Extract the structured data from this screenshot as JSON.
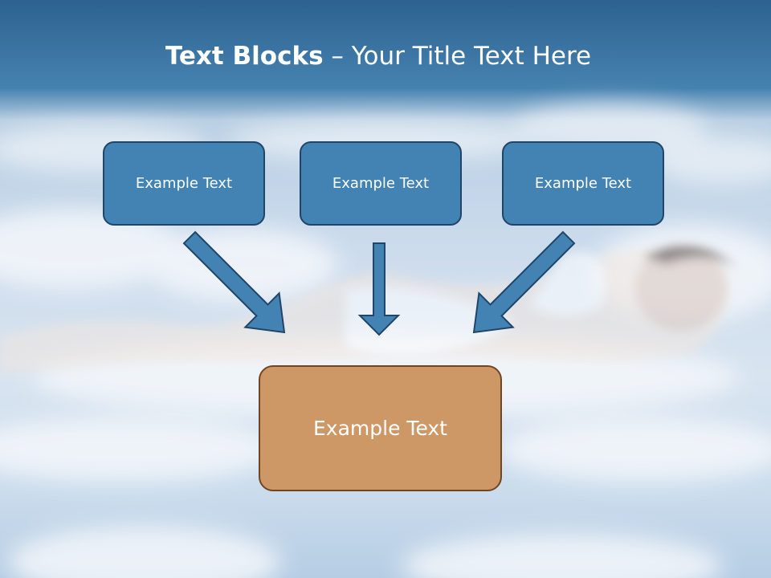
{
  "slide": {
    "title_bold": "Text Blocks",
    "title_rest": " – Your Title Text Here"
  },
  "blocks": {
    "top_left": "Example Text",
    "top_center": "Example Text",
    "top_right": "Example Text",
    "bottom": "Example Text"
  },
  "colors": {
    "header_blue": "#2d6290",
    "box_blue": "#4283b4",
    "box_blue_border": "#1f4568",
    "box_orange": "#cd9866",
    "box_orange_border": "#6f4624",
    "arrow_fill": "#4283b4",
    "arrow_stroke": "#1f4568"
  }
}
